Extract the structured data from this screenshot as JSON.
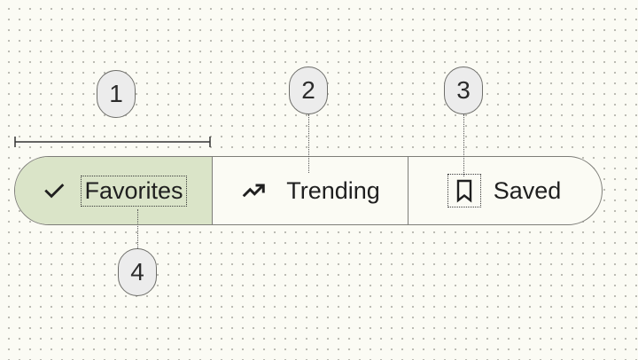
{
  "tabs": [
    {
      "label": "Favorites",
      "icon": "check-icon",
      "selected": true
    },
    {
      "label": "Trending",
      "icon": "trending-up-icon",
      "selected": false
    },
    {
      "label": "Saved",
      "icon": "bookmark-icon",
      "selected": false
    }
  ],
  "callouts": [
    "1",
    "2",
    "3",
    "4"
  ],
  "colors": {
    "selected_fill": "#dae4c8",
    "outline": "#7d7d78",
    "callout_fill": "#ececec",
    "background": "#fbfbf4"
  }
}
